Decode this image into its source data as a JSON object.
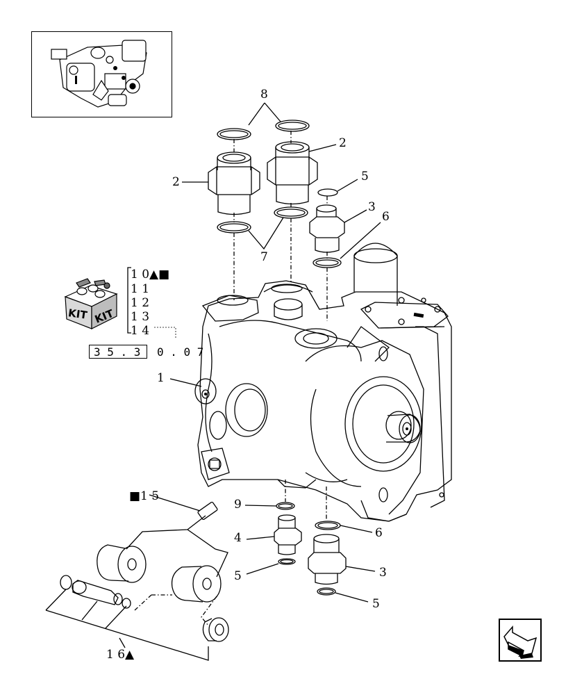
{
  "callouts": {
    "c1": "1",
    "c2a": "2",
    "c2b": "2",
    "c3a": "3",
    "c3b": "3",
    "c4": "4",
    "c5a": "5",
    "c5b": "5",
    "c5c": "5",
    "c6a": "6",
    "c6b": "6",
    "c7": "7",
    "c8": "8",
    "c9": "9",
    "c15": "■1 5",
    "c16": "1 6▲"
  },
  "kit": {
    "items": [
      "1 0▲■",
      "1 1",
      "1 2",
      "1 3",
      "1 4"
    ],
    "icon_text_left": "KIT",
    "icon_text_right": "KIT"
  },
  "reference": {
    "boxed": "3 5 . 3",
    "suffix": "0 . 0 7"
  },
  "icons": [
    "thumbnail-assembly-icon",
    "kit-box-icon",
    "next-page-arrow-icon"
  ]
}
